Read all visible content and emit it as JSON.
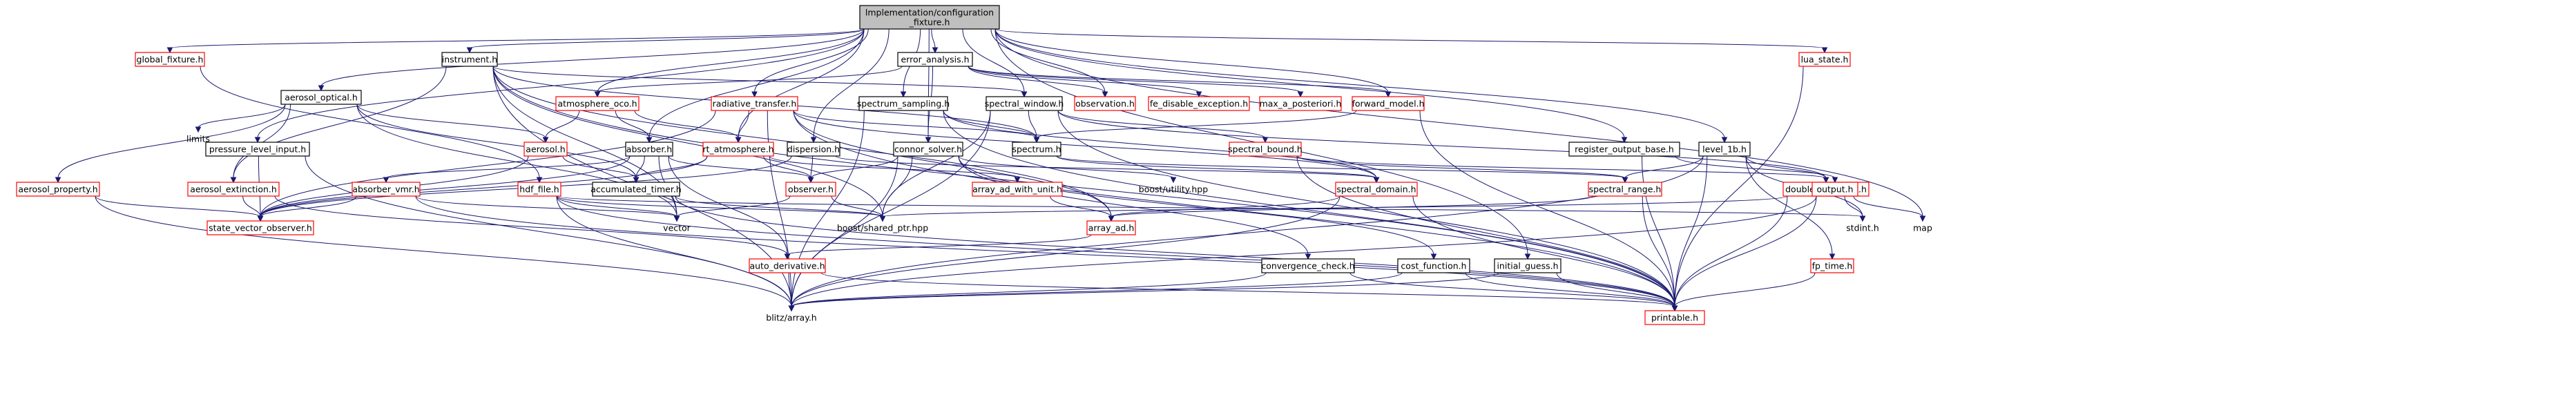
{
  "colors": {
    "edge": "#191970",
    "node_border_default": "#000000",
    "node_border_documented": "#ff0000",
    "root_fill": "#bfbfbf",
    "node_fill": "#ffffff"
  },
  "nodes": [
    {
      "id": "root",
      "lines": [
        "lmplementation/configuration",
        "_fixture.h"
      ],
      "kind": "root"
    },
    {
      "id": "global_fixture",
      "lines": [
        "global_fixture.h"
      ],
      "kind": "red"
    },
    {
      "id": "instrument",
      "lines": [
        "instrument.h"
      ],
      "kind": "black"
    },
    {
      "id": "error_analysis",
      "lines": [
        "error_analysis.h"
      ],
      "kind": "black"
    },
    {
      "id": "lua_state",
      "lines": [
        "lua_state.h"
      ],
      "kind": "red"
    },
    {
      "id": "aerosol_optical",
      "lines": [
        "aerosol_optical.h"
      ],
      "kind": "black"
    },
    {
      "id": "atmosphere_oco",
      "lines": [
        "atmosphere_oco.h"
      ],
      "kind": "red"
    },
    {
      "id": "radiative_transfer",
      "lines": [
        "radiative_transfer.h"
      ],
      "kind": "red"
    },
    {
      "id": "spectrum_sampling",
      "lines": [
        "spectrum_sampling.h"
      ],
      "kind": "black"
    },
    {
      "id": "spectral_window",
      "lines": [
        "spectral_window.h"
      ],
      "kind": "black"
    },
    {
      "id": "observation",
      "lines": [
        "observation.h"
      ],
      "kind": "red"
    },
    {
      "id": "fe_disable_exception",
      "lines": [
        "fe_disable_exception.h"
      ],
      "kind": "red"
    },
    {
      "id": "max_a_posteriori",
      "lines": [
        "max_a_posteriori.h"
      ],
      "kind": "red"
    },
    {
      "id": "forward_model",
      "lines": [
        "forward_model.h"
      ],
      "kind": "red"
    },
    {
      "id": "limits",
      "lines": [
        "limits"
      ],
      "kind": "plain"
    },
    {
      "id": "pressure_level_input",
      "lines": [
        "pressure_level_input.h"
      ],
      "kind": "black"
    },
    {
      "id": "aerosol",
      "lines": [
        "aerosol.h"
      ],
      "kind": "red"
    },
    {
      "id": "absorber",
      "lines": [
        "absorber.h"
      ],
      "kind": "black"
    },
    {
      "id": "rt_atmosphere",
      "lines": [
        "rt_atmosphere.h"
      ],
      "kind": "red"
    },
    {
      "id": "dispersion",
      "lines": [
        "dispersion.h"
      ],
      "kind": "black"
    },
    {
      "id": "connor_solver",
      "lines": [
        "connor_solver.h"
      ],
      "kind": "black"
    },
    {
      "id": "spectrum",
      "lines": [
        "spectrum.h"
      ],
      "kind": "black"
    },
    {
      "id": "spectral_bound",
      "lines": [
        "spectral_bound.h"
      ],
      "kind": "red"
    },
    {
      "id": "register_output_base",
      "lines": [
        "register_output_base.h"
      ],
      "kind": "black"
    },
    {
      "id": "level_1b",
      "lines": [
        "level_1b.h"
      ],
      "kind": "black"
    },
    {
      "id": "aerosol_property",
      "lines": [
        "aerosol_property.h"
      ],
      "kind": "red"
    },
    {
      "id": "aerosol_extinction",
      "lines": [
        "aerosol_extinction.h"
      ],
      "kind": "red"
    },
    {
      "id": "absorber_vmr",
      "lines": [
        "absorber_vmr.h"
      ],
      "kind": "red"
    },
    {
      "id": "hdf_file",
      "lines": [
        "hdf_file.h"
      ],
      "kind": "red"
    },
    {
      "id": "accumulated_timer",
      "lines": [
        "accumulated_timer.h"
      ],
      "kind": "black"
    },
    {
      "id": "observer",
      "lines": [
        "observer.h"
      ],
      "kind": "red"
    },
    {
      "id": "array_ad_with_unit",
      "lines": [
        "array_ad_with_unit.h"
      ],
      "kind": "red"
    },
    {
      "id": "boost_utility",
      "lines": [
        "boost/utility.hpp"
      ],
      "kind": "plain"
    },
    {
      "id": "spectral_domain",
      "lines": [
        "spectral_domain.h"
      ],
      "kind": "red"
    },
    {
      "id": "spectral_range",
      "lines": [
        "spectral_range.h"
      ],
      "kind": "red"
    },
    {
      "id": "double_with_unit",
      "lines": [
        "double_with_unit.h"
      ],
      "kind": "red"
    },
    {
      "id": "output",
      "lines": [
        "output.h"
      ],
      "kind": "red"
    },
    {
      "id": "state_vector_observer",
      "lines": [
        "state_vector_observer.h"
      ],
      "kind": "red"
    },
    {
      "id": "vector",
      "lines": [
        "vector"
      ],
      "kind": "plain"
    },
    {
      "id": "boost_shared_ptr",
      "lines": [
        "boost/shared_ptr.hpp"
      ],
      "kind": "plain"
    },
    {
      "id": "array_ad",
      "lines": [
        "array_ad.h"
      ],
      "kind": "red"
    },
    {
      "id": "stdint",
      "lines": [
        "stdint.h"
      ],
      "kind": "plain"
    },
    {
      "id": "map",
      "lines": [
        "map"
      ],
      "kind": "plain"
    },
    {
      "id": "auto_derivative",
      "lines": [
        "auto_derivative.h"
      ],
      "kind": "red"
    },
    {
      "id": "convergence_check",
      "lines": [
        "convergence_check.h"
      ],
      "kind": "black"
    },
    {
      "id": "cost_function",
      "lines": [
        "cost_function.h"
      ],
      "kind": "black"
    },
    {
      "id": "initial_guess",
      "lines": [
        "initial_guess.h"
      ],
      "kind": "black"
    },
    {
      "id": "fp_time",
      "lines": [
        "fp_time.h"
      ],
      "kind": "red"
    },
    {
      "id": "blitz_array",
      "lines": [
        "blitz/array.h"
      ],
      "kind": "plain"
    },
    {
      "id": "printable",
      "lines": [
        "printable.h"
      ],
      "kind": "red"
    }
  ],
  "edges": [
    [
      "root",
      "global_fixture"
    ],
    [
      "root",
      "instrument"
    ],
    [
      "root",
      "error_analysis"
    ],
    [
      "root",
      "lua_state"
    ],
    [
      "root",
      "aerosol_optical"
    ],
    [
      "root",
      "atmosphere_oco"
    ],
    [
      "root",
      "radiative_transfer"
    ],
    [
      "root",
      "spectrum_sampling"
    ],
    [
      "root",
      "spectral_window"
    ],
    [
      "root",
      "observation"
    ],
    [
      "root",
      "forward_model"
    ],
    [
      "root",
      "pressure_level_input"
    ],
    [
      "root",
      "absorber"
    ],
    [
      "root",
      "rt_atmosphere"
    ],
    [
      "root",
      "dispersion"
    ],
    [
      "root",
      "connor_solver"
    ],
    [
      "root",
      "register_output_base"
    ],
    [
      "root",
      "level_1b"
    ],
    [
      "root",
      "initial_guess"
    ],
    [
      "root",
      "map"
    ],
    [
      "global_fixture",
      "hdf_file"
    ],
    [
      "instrument",
      "spectral_window"
    ],
    [
      "instrument",
      "spectrum"
    ],
    [
      "instrument",
      "aerosol_extinction"
    ],
    [
      "instrument",
      "vector"
    ],
    [
      "instrument",
      "boost_shared_ptr"
    ],
    [
      "instrument",
      "array_ad"
    ],
    [
      "instrument",
      "blitz_array"
    ],
    [
      "instrument",
      "printable"
    ],
    [
      "error_analysis",
      "atmosphere_oco"
    ],
    [
      "error_analysis",
      "connor_solver"
    ],
    [
      "error_analysis",
      "observation"
    ],
    [
      "error_analysis",
      "fe_disable_exception"
    ],
    [
      "error_analysis",
      "max_a_posteriori"
    ],
    [
      "error_analysis",
      "forward_model"
    ],
    [
      "lua_state",
      "printable"
    ],
    [
      "aerosol_optical",
      "limits"
    ],
    [
      "aerosol_optical",
      "aerosol"
    ],
    [
      "aerosol_optical",
      "aerosol_property"
    ],
    [
      "aerosol_optical",
      "aerosol_extinction"
    ],
    [
      "aerosol_optical",
      "vector"
    ],
    [
      "aerosol_optical",
      "accumulated_timer"
    ],
    [
      "atmosphere_oco",
      "aerosol"
    ],
    [
      "atmosphere_oco",
      "absorber"
    ],
    [
      "atmosphere_oco",
      "rt_atmosphere"
    ],
    [
      "radiative_transfer",
      "spectrum"
    ],
    [
      "radiative_transfer",
      "rt_atmosphere"
    ],
    [
      "radiative_transfer",
      "spectral_domain"
    ],
    [
      "radiative_transfer",
      "array_ad"
    ],
    [
      "radiative_transfer",
      "blitz_array"
    ],
    [
      "radiative_transfer",
      "printable"
    ],
    [
      "radiative_transfer",
      "state_vector_observer"
    ],
    [
      "spectrum_sampling",
      "spectrum"
    ],
    [
      "spectrum_sampling",
      "spectral_domain"
    ],
    [
      "spectrum_sampling",
      "blitz_array"
    ],
    [
      "spectrum_sampling",
      "printable"
    ],
    [
      "spectral_window",
      "spectrum"
    ],
    [
      "spectral_window",
      "spectral_bound"
    ],
    [
      "spectral_window",
      "double_with_unit"
    ],
    [
      "spectral_window",
      "boost_shared_ptr"
    ],
    [
      "spectral_window",
      "blitz_array"
    ],
    [
      "spectral_window",
      "printable"
    ],
    [
      "forward_model",
      "spectrum"
    ],
    [
      "forward_model",
      "printable"
    ],
    [
      "pressure_level_input",
      "state_vector_observer"
    ],
    [
      "pressure_level_input",
      "blitz_array"
    ],
    [
      "aerosol",
      "state_vector_observer"
    ],
    [
      "aerosol",
      "accumulated_timer"
    ],
    [
      "absorber",
      "absorber_vmr"
    ],
    [
      "absorber",
      "accumulated_timer"
    ],
    [
      "absorber",
      "observer"
    ],
    [
      "absorber",
      "state_vector_observer"
    ],
    [
      "absorber",
      "vector"
    ],
    [
      "absorber",
      "auto_derivative"
    ],
    [
      "rt_atmosphere",
      "accumulated_timer"
    ],
    [
      "rt_atmosphere",
      "observer"
    ],
    [
      "rt_atmosphere",
      "array_ad_with_unit"
    ],
    [
      "rt_atmosphere",
      "state_vector_observer"
    ],
    [
      "dispersion",
      "observer"
    ],
    [
      "dispersion",
      "spectral_domain"
    ],
    [
      "dispersion",
      "state_vector_observer"
    ],
    [
      "connor_solver",
      "observer"
    ],
    [
      "connor_solver",
      "boost_utility"
    ],
    [
      "connor_solver",
      "convergence_check"
    ],
    [
      "connor_solver",
      "cost_function"
    ],
    [
      "connor_solver",
      "boost_shared_ptr"
    ],
    [
      "connor_solver",
      "blitz_array"
    ],
    [
      "spectrum",
      "spectral_domain"
    ],
    [
      "spectrum",
      "spectral_range"
    ],
    [
      "spectral_bound",
      "spectral_range"
    ],
    [
      "spectral_bound",
      "double_with_unit"
    ],
    [
      "spectral_bound",
      "printable"
    ],
    [
      "register_output_base",
      "output"
    ],
    [
      "register_output_base",
      "printable"
    ],
    [
      "level_1b",
      "spectral_range"
    ],
    [
      "level_1b",
      "double_with_unit"
    ],
    [
      "level_1b",
      "stdint"
    ],
    [
      "level_1b",
      "fp_time"
    ],
    [
      "level_1b",
      "blitz_array"
    ],
    [
      "level_1b",
      "printable"
    ],
    [
      "aerosol_property",
      "state_vector_observer"
    ],
    [
      "aerosol_property",
      "blitz_array"
    ],
    [
      "aerosol_extinction",
      "state_vector_observer"
    ],
    [
      "aerosol_extinction",
      "auto_derivative"
    ],
    [
      "absorber_vmr",
      "state_vector_observer"
    ],
    [
      "absorber_vmr",
      "vector"
    ],
    [
      "absorber_vmr",
      "printable"
    ],
    [
      "hdf_file",
      "vector"
    ],
    [
      "hdf_file",
      "boost_shared_ptr"
    ],
    [
      "hdf_file",
      "stdint"
    ],
    [
      "hdf_file",
      "blitz_array"
    ],
    [
      "hdf_file",
      "printable"
    ],
    [
      "accumulated_timer",
      "boost_shared_ptr"
    ],
    [
      "accumulated_timer",
      "printable"
    ],
    [
      "observer",
      "vector"
    ],
    [
      "observer",
      "boost_shared_ptr"
    ],
    [
      "array_ad_with_unit",
      "array_ad"
    ],
    [
      "spectral_domain",
      "array_ad"
    ],
    [
      "spectral_domain",
      "blitz_array"
    ],
    [
      "spectral_domain",
      "printable"
    ],
    [
      "spectral_range",
      "array_ad"
    ],
    [
      "spectral_range",
      "printable"
    ],
    [
      "double_with_unit",
      "boost_shared_ptr"
    ],
    [
      "double_with_unit",
      "printable"
    ],
    [
      "output",
      "stdint"
    ],
    [
      "output",
      "map"
    ],
    [
      "output",
      "blitz_array"
    ],
    [
      "output",
      "printable"
    ],
    [
      "array_ad",
      "auto_derivative"
    ],
    [
      "auto_derivative",
      "blitz_array"
    ],
    [
      "auto_derivative",
      "printable"
    ],
    [
      "convergence_check",
      "blitz_array"
    ],
    [
      "convergence_check",
      "printable"
    ],
    [
      "cost_function",
      "blitz_array"
    ],
    [
      "cost_function",
      "printable"
    ],
    [
      "initial_guess",
      "blitz_array"
    ],
    [
      "initial_guess",
      "printable"
    ],
    [
      "fp_time",
      "printable"
    ]
  ]
}
